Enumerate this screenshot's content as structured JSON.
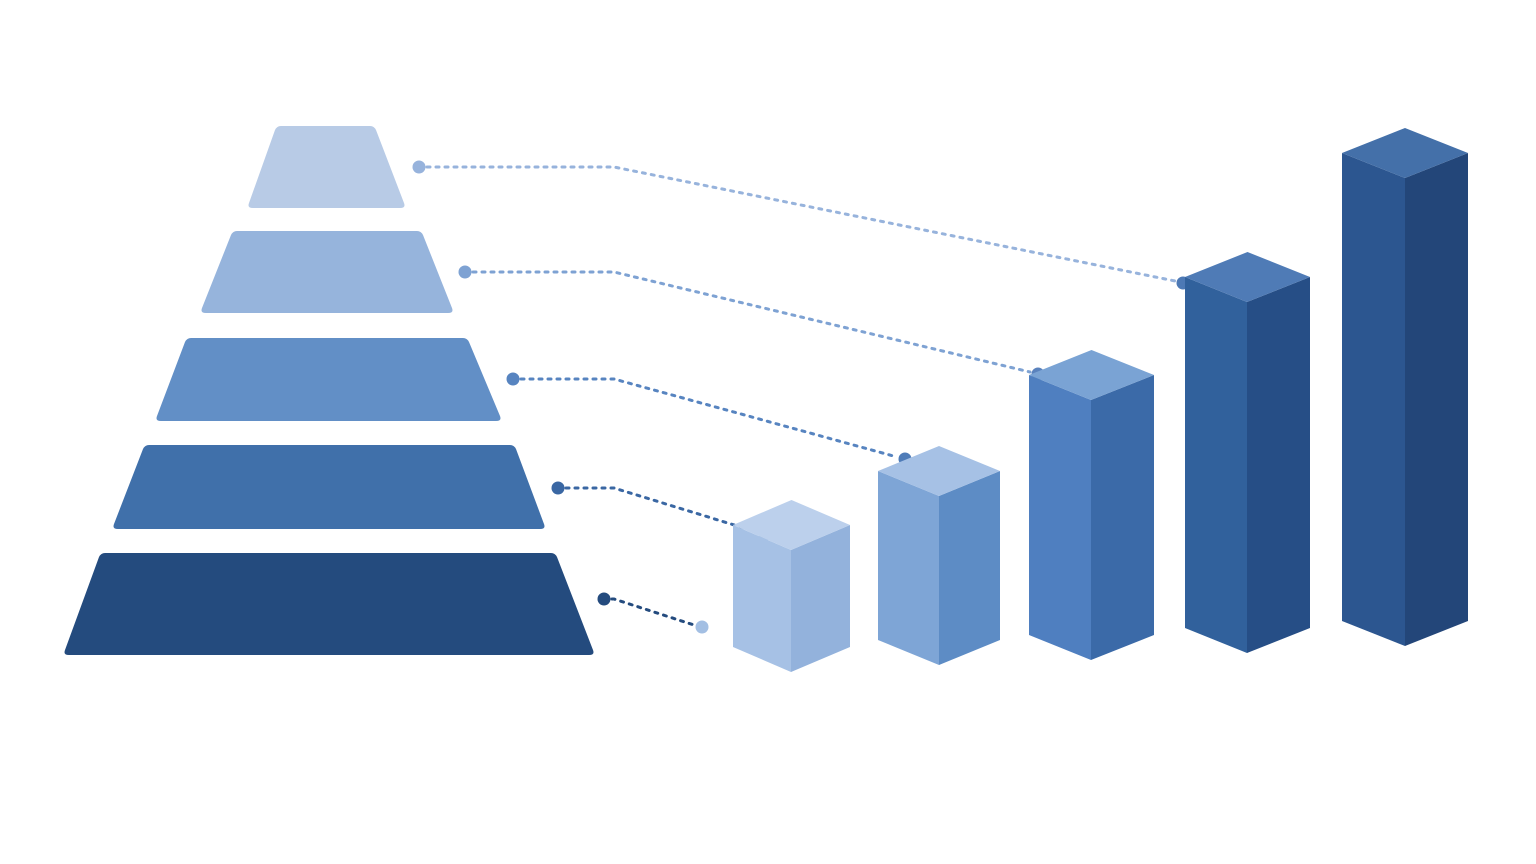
{
  "diagram": {
    "type": "pyramid-to-3d-bars",
    "tier_count": 5,
    "bar_heights_relative": [
      0.24,
      0.33,
      0.52,
      0.73,
      1.0
    ],
    "tiers": [
      {
        "name": "tier-1",
        "color_top": "#b8cbe6",
        "color_front": "#b8cbe6",
        "color_side": "#b8cbe6",
        "dot_color": "#97b3dc"
      },
      {
        "name": "tier-2",
        "color_top": "#96b4dc",
        "color_front": "#96b4dc",
        "color_side": "#96b4dc",
        "dot_color": "#7ea2d3"
      },
      {
        "name": "tier-3",
        "color_top": "#628fc6",
        "color_front": "#628fc6",
        "color_side": "#628fc6",
        "dot_color": "#5784c0"
      },
      {
        "name": "tier-4",
        "color_top": "#4070aa",
        "color_front": "#4070aa",
        "color_side": "#4070aa",
        "dot_color": "#3a67a3"
      },
      {
        "name": "tier-5",
        "color_top": "#244b7e",
        "color_front": "#244b7e",
        "color_side": "#244b7e",
        "dot_color": "#244b7e"
      }
    ],
    "bars": [
      {
        "name": "bar-1",
        "top": "#bcd0ec",
        "front": "#a6c1e5",
        "side": "#93b2dc",
        "dot_color": "#a3bfe3"
      },
      {
        "name": "bar-2",
        "top": "#a6c1e5",
        "front": "#7ea5d6",
        "side": "#5d8cc5",
        "dot_color": "#7ea2d3"
      },
      {
        "name": "bar-3",
        "top": "#7aa3d4",
        "front": "#4f7fc0",
        "side": "#3b6aa8",
        "dot_color": "#4f7cb8"
      },
      {
        "name": "bar-4",
        "top": "#4f7bb6",
        "front": "#31619c",
        "side": "#264e86",
        "dot_color": "#5a82bd"
      },
      {
        "name": "bar-5",
        "top": "#4470a9",
        "front": "#2c5690",
        "side": "#234679",
        "dot_color": "#4d79b5"
      }
    ]
  }
}
